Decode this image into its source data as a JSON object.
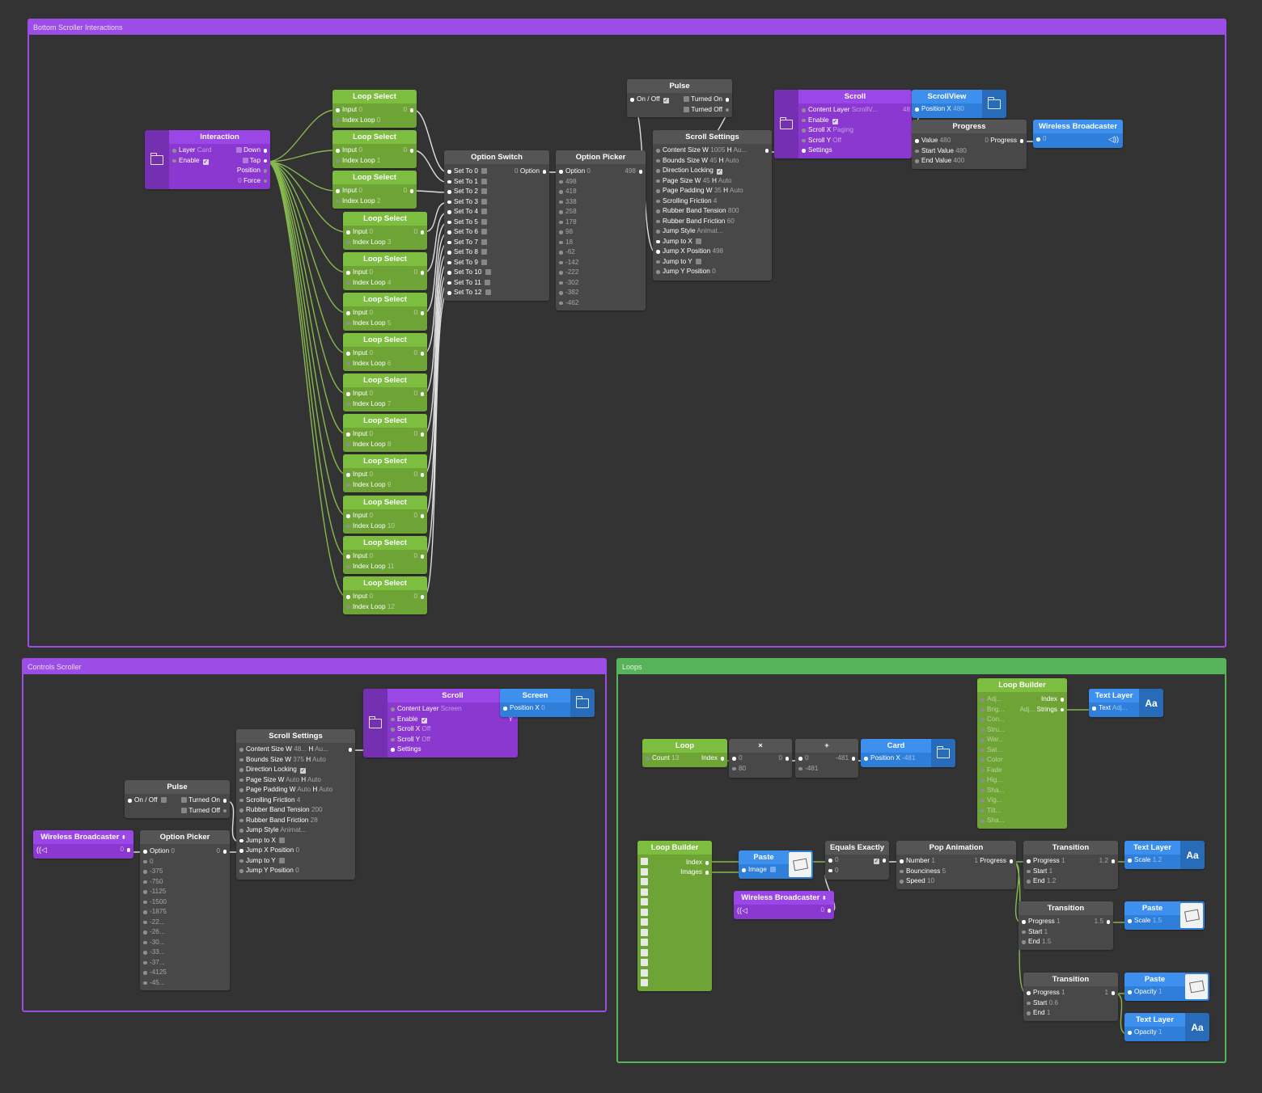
{
  "groups": {
    "bottom": "Bottom Scroller Interactions",
    "controls": "Controls Scroller",
    "loops": "Loops"
  },
  "interaction": {
    "title": "Interaction",
    "layer_label": "Layer",
    "layer_value": "Card",
    "enable_label": "Enable",
    "out_down": "Down",
    "out_tap": "Tap",
    "out_position": "Position",
    "out_force_val": "0",
    "out_force": "Force"
  },
  "loop_select": {
    "title": "Loop Select",
    "input_label": "Input",
    "input_value": "0",
    "index_label": "Index Loop",
    "out_value": "0",
    "indices": [
      "0",
      "1",
      "2",
      "3",
      "4",
      "5",
      "6",
      "7",
      "8",
      "9",
      "10",
      "11",
      "12"
    ]
  },
  "option_switch": {
    "title": "Option Switch",
    "out_value": "0",
    "out_label": "Option",
    "inputs": [
      "Set To 0",
      "Set To 1",
      "Set To 2",
      "Set To 3",
      "Set To 4",
      "Set To 5",
      "Set To 6",
      "Set To 7",
      "Set To 8",
      "Set To 9",
      "Set To 10",
      "Set To 11",
      "Set To 12"
    ]
  },
  "option_picker_top": {
    "title": "Option Picker",
    "option_label": "Option",
    "option_value": "0",
    "out_value": "498",
    "values": [
      "498",
      "418",
      "338",
      "258",
      "178",
      "98",
      "18",
      "-62",
      "-142",
      "-222",
      "-302",
      "-382",
      "-462"
    ]
  },
  "pulse_top": {
    "title": "Pulse",
    "onoff": "On / Off",
    "turned_on": "Turned On",
    "turned_off": "Turned Off"
  },
  "scroll_settings_top": {
    "title": "Scroll Settings",
    "rows": [
      {
        "label": "Content Size",
        "extra": "W",
        "value": "1005",
        "extra2": "H",
        "value2": "Au..."
      },
      {
        "label": "Bounds Size",
        "extra": "W",
        "value": "45",
        "extra2": "H",
        "value2": "Auto"
      },
      {
        "label": "Direction Locking",
        "check": true
      },
      {
        "label": "Page Size",
        "extra": "W",
        "value": "45",
        "extra2": "H",
        "value2": "Auto"
      },
      {
        "label": "Page Padding",
        "extra": "W",
        "value": "35",
        "extra2": "H",
        "value2": "Auto"
      },
      {
        "label": "Scrolling Friction",
        "value": "4"
      },
      {
        "label": "Rubber Band Tension",
        "value": "800"
      },
      {
        "label": "Rubber Band Friction",
        "value": "60"
      },
      {
        "label": "Jump Style",
        "value": "Animat..."
      },
      {
        "label": "Jump to X",
        "check": false
      },
      {
        "label": "Jump X Position",
        "value": "498"
      },
      {
        "label": "Jump to Y",
        "check": false
      },
      {
        "label": "Jump Y Position",
        "value": "0"
      }
    ]
  },
  "scroll_top": {
    "title": "Scroll",
    "rows": [
      {
        "label": "Content Layer",
        "value": "ScrollV..."
      },
      {
        "label": "Enable",
        "check": true
      },
      {
        "label": "Scroll X",
        "value": "Paging"
      },
      {
        "label": "Scroll Y",
        "value": "Off"
      },
      {
        "label": "Settings",
        "value": ""
      }
    ],
    "out_value": "48"
  },
  "scrollview": {
    "title": "ScrollView",
    "pos_label": "Position X",
    "pos_value": "480"
  },
  "progress": {
    "title": "Progress",
    "value_label": "Value",
    "value": "480",
    "start_label": "Start Value",
    "start": "480",
    "end_label": "End Value",
    "end": "400",
    "out_value": "0",
    "out_label": "Progress"
  },
  "wb_top": {
    "title": "Wireless Broadcaster",
    "value": "0"
  },
  "pulse_ctrl": {
    "title": "Pulse",
    "onoff": "On / Off",
    "turned_on": "Turned On",
    "turned_off": "Turned Off"
  },
  "wb_ctrl": {
    "title": "Wireless Broadcaster",
    "value": "0"
  },
  "option_picker_ctrl": {
    "title": "Option Picker",
    "option_label": "Option",
    "option_value": "0",
    "out_value": "0",
    "values": [
      "0",
      "-375",
      "-750",
      "-1125",
      "-1500",
      "-1875",
      "-22...",
      "-26...",
      "-30...",
      "-33...",
      "-37...",
      "-4125",
      "-45..."
    ]
  },
  "scroll_settings_ctrl": {
    "title": "Scroll Settings",
    "rows": [
      {
        "label": "Content Size",
        "extra": "W",
        "value": "48...",
        "extra2": "H",
        "value2": "Au..."
      },
      {
        "label": "Bounds Size",
        "extra": "W",
        "value": "375",
        "extra2": "H",
        "value2": "Auto"
      },
      {
        "label": "Direction Locking",
        "check": true
      },
      {
        "label": "Page Size",
        "extra": "W",
        "value": "Auto",
        "extra2": "H",
        "value2": "Auto"
      },
      {
        "label": "Page Padding",
        "extra": "W",
        "value": "Auto",
        "extra2": "H",
        "value2": "Auto"
      },
      {
        "label": "Scrolling Friction",
        "value": "4"
      },
      {
        "label": "Rubber Band Tension",
        "value": "200"
      },
      {
        "label": "Rubber Band Friction",
        "value": "28"
      },
      {
        "label": "Jump Style",
        "value": "Animat..."
      },
      {
        "label": "Jump to X",
        "check": false
      },
      {
        "label": "Jump X Position",
        "value": "0"
      },
      {
        "label": "Jump to Y",
        "check": false
      },
      {
        "label": "Jump Y Position",
        "value": "0"
      }
    ]
  },
  "scroll_ctrl": {
    "title": "Scroll",
    "rows": [
      {
        "label": "Content Layer",
        "value": "Screen"
      },
      {
        "label": "Enable",
        "check": true
      },
      {
        "label": "Scroll X",
        "value": "Off"
      },
      {
        "label": "Scroll Y",
        "value": "Off"
      },
      {
        "label": "Settings",
        "value": ""
      }
    ],
    "out_label": "Y"
  },
  "screen": {
    "title": "Screen",
    "pos_label": "Position X",
    "pos_value": "0"
  },
  "loop": {
    "title": "Loop",
    "count_label": "Count",
    "count_value": "13",
    "out_label": "Index"
  },
  "multiply": {
    "title": "×",
    "in1": "0",
    "in2": "80",
    "out": "0"
  },
  "add": {
    "title": "+",
    "in1": "0",
    "in2": "-481",
    "out": "-481"
  },
  "card": {
    "title": "Card",
    "pos_label": "Position X",
    "pos_value": "-481"
  },
  "loop_builder_top": {
    "title": "Loop Builder",
    "out_index": "Index",
    "out_strings": "Strings",
    "strings_val": "Adj...",
    "inputs": [
      "Adj...",
      "Brig...",
      "Con...",
      "Stru...",
      "War...",
      "Sat...",
      "Color",
      "Fade",
      "Hig...",
      "Sha...",
      "Vig...",
      "Tilt...",
      "Sha..."
    ]
  },
  "text_layer_top": {
    "title": "Text Layer",
    "label": "Text",
    "value": "Adj...",
    "aa": "Aa"
  },
  "loop_builder_bot": {
    "title": "Loop Builder",
    "out_index": "Index",
    "out_images": "Images"
  },
  "paste_image": {
    "title": "Paste",
    "label": "Image"
  },
  "wb_loops": {
    "title": "Wireless Broadcaster",
    "value": "0"
  },
  "equals": {
    "title": "Equals Exactly",
    "in1": "0",
    "in2": "0"
  },
  "pop": {
    "title": "Pop Animation",
    "number_label": "Number",
    "number": "1",
    "bounce_label": "Bounciness",
    "bounce": "5",
    "speed_label": "Speed",
    "speed": "10",
    "out_value": "1",
    "out_label": "Progress"
  },
  "transition1": {
    "title": "Transition",
    "progress": "1",
    "start": "1",
    "end": "1.2",
    "out": "1.2"
  },
  "transition2": {
    "title": "Transition",
    "progress": "1",
    "start": "1",
    "end": "1.5",
    "out": "1.5"
  },
  "transition3": {
    "title": "Transition",
    "progress": "1",
    "start": "0.6",
    "end": "1",
    "out": "1"
  },
  "transition_labels": {
    "progress": "Progress",
    "start": "Start",
    "end": "End"
  },
  "text_layer_scale": {
    "title": "Text Layer",
    "label": "Scale",
    "value": "1.2",
    "aa": "Aa"
  },
  "paste_scale": {
    "title": "Paste",
    "label": "Scale",
    "value": "1.5"
  },
  "paste_opacity": {
    "title": "Paste",
    "label": "Opacity",
    "value": "1"
  },
  "text_layer_opacity": {
    "title": "Text Layer",
    "label": "Opacity",
    "value": "1",
    "aa": "Aa"
  },
  "colors": {
    "background": "#333333",
    "purple": "#9b46e6",
    "green": "#7dbd40",
    "blue": "#3d90ee",
    "gray": "#555555"
  }
}
